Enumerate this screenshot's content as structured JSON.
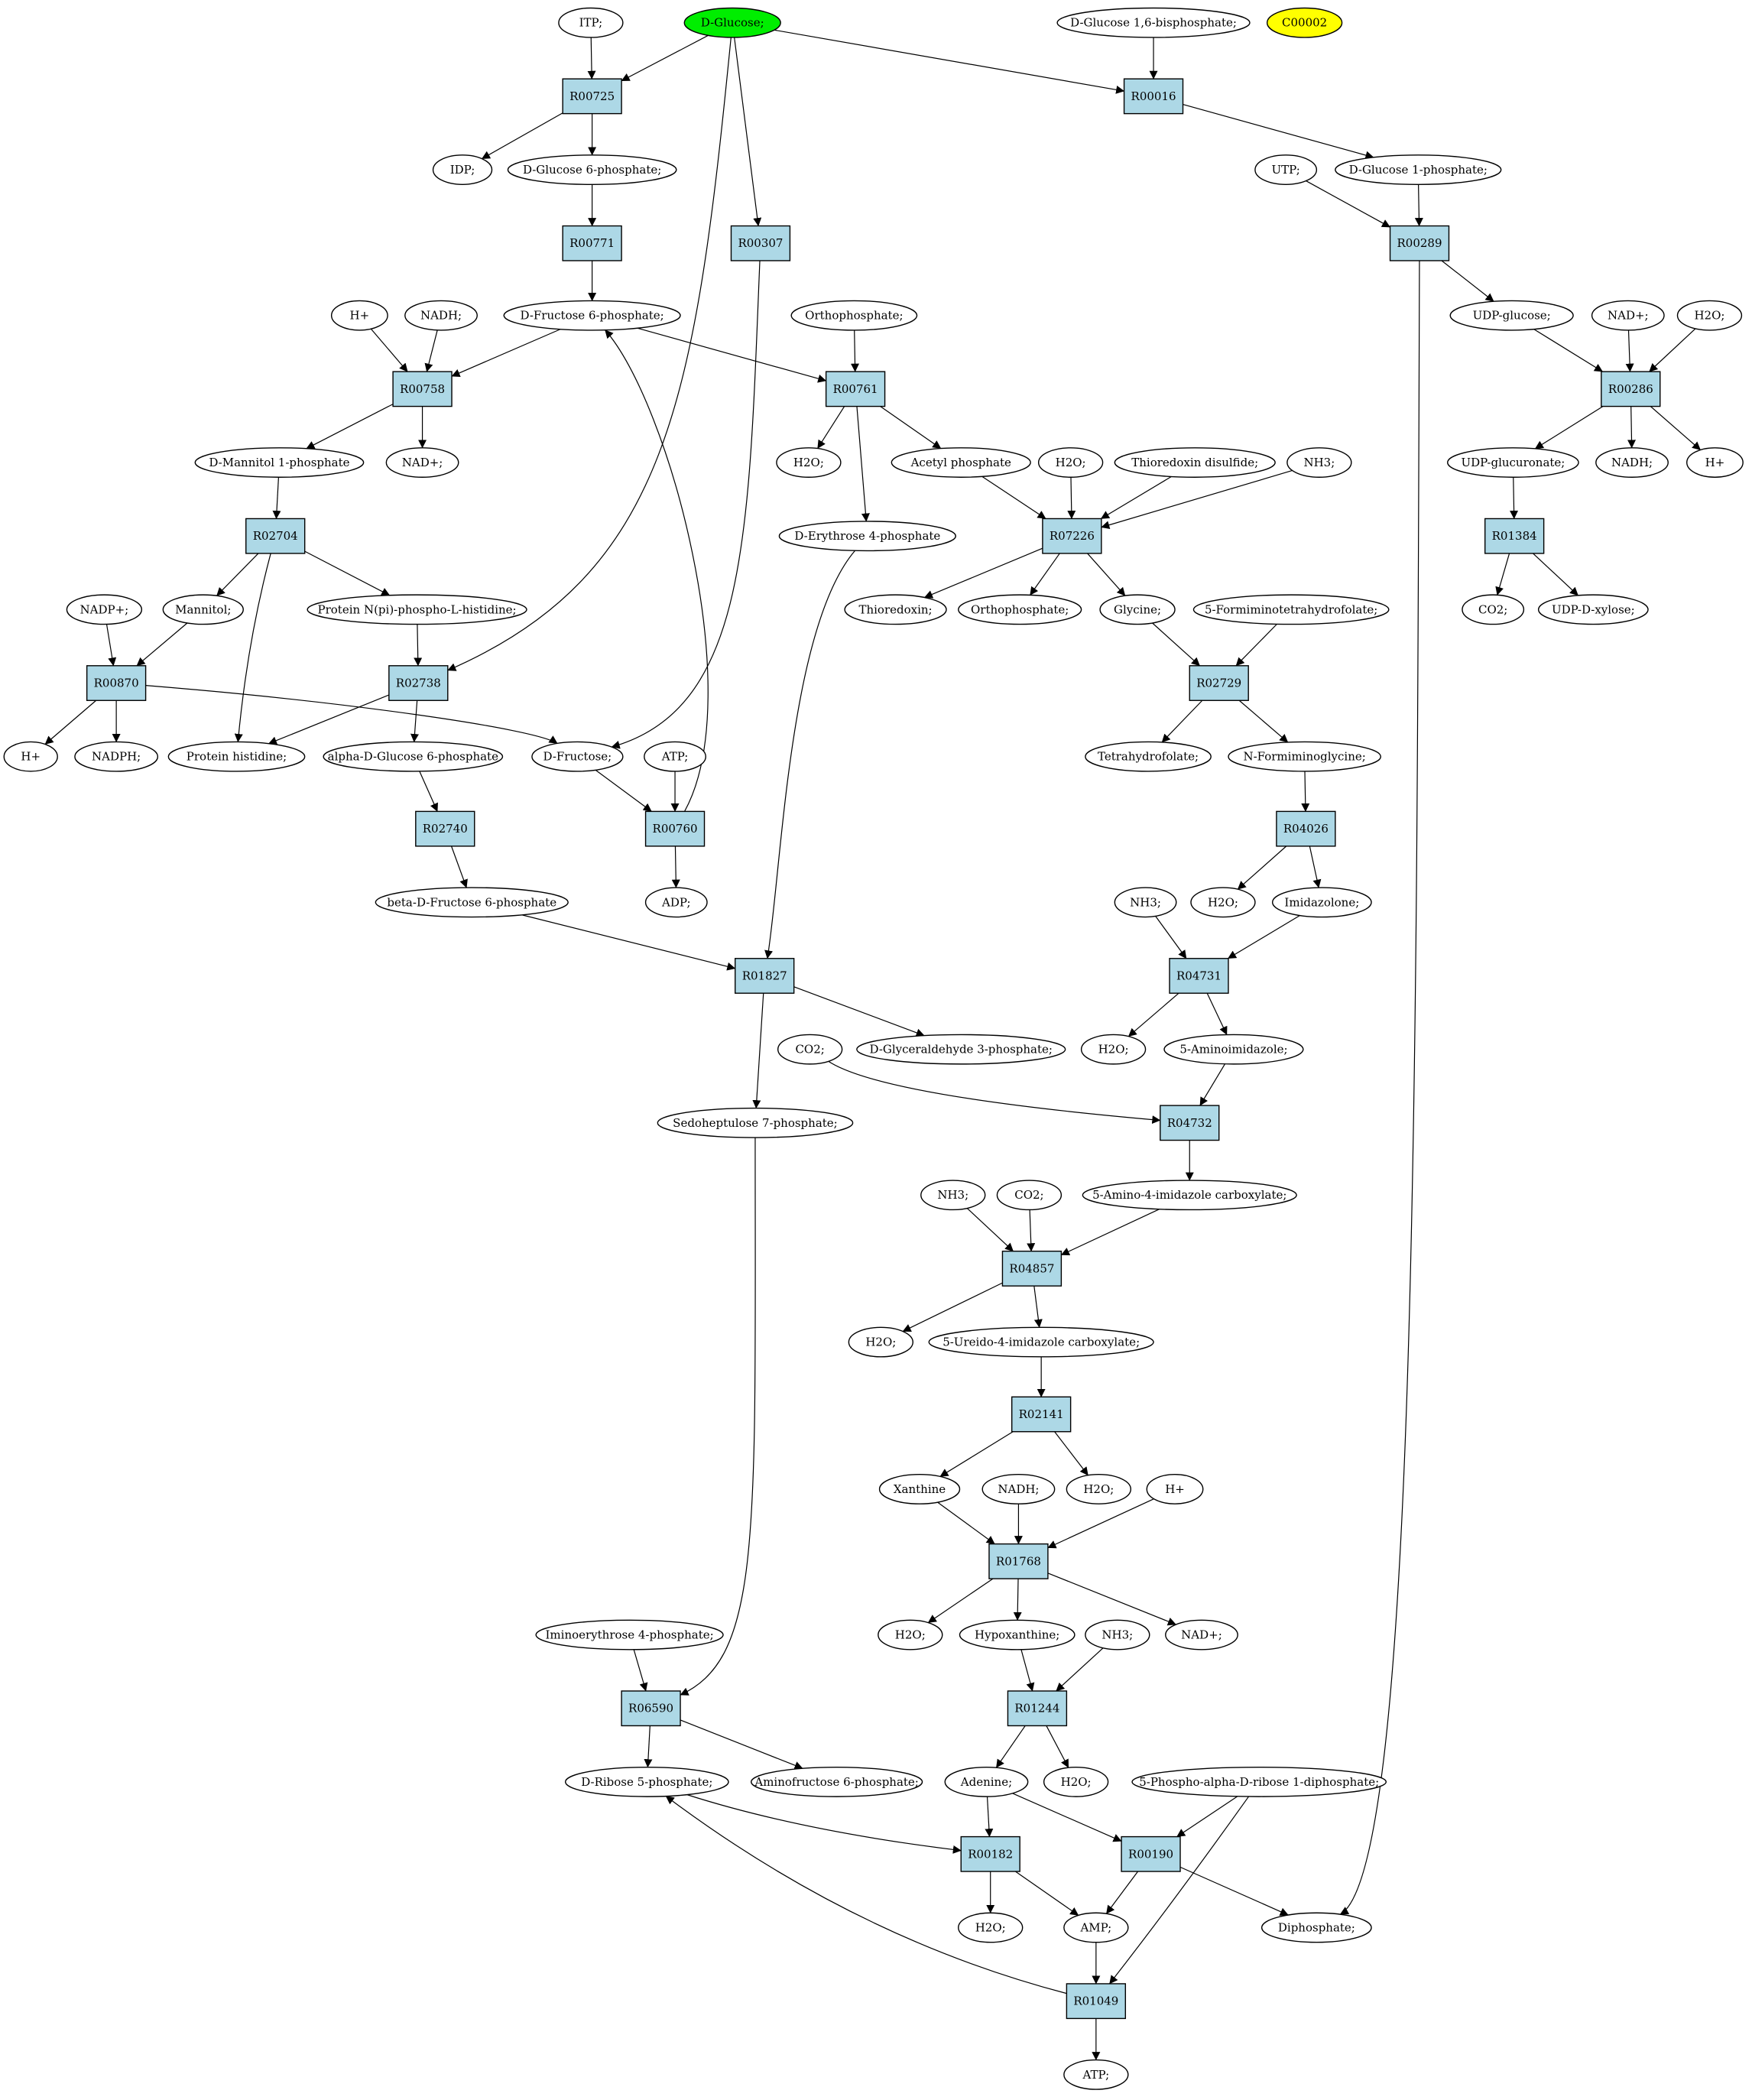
{
  "colors": {
    "reaction_fill": "#add8e6",
    "compound_fill": "#ffffff",
    "highlight_start": "#00ee00",
    "highlight_missing": "#ffff00",
    "edge": "#000000"
  },
  "reactions": [
    {
      "id": "R00725",
      "label": "R00725"
    },
    {
      "id": "R00016",
      "label": "R00016"
    },
    {
      "id": "R00771",
      "label": "R00771"
    },
    {
      "id": "R00307",
      "label": "R00307"
    },
    {
      "id": "R00289",
      "label": "R00289"
    },
    {
      "id": "R00758",
      "label": "R00758"
    },
    {
      "id": "R00761",
      "label": "R00761"
    },
    {
      "id": "R00286",
      "label": "R00286"
    },
    {
      "id": "R02704",
      "label": "R02704"
    },
    {
      "id": "R07226",
      "label": "R07226"
    },
    {
      "id": "R01384",
      "label": "R01384"
    },
    {
      "id": "R00870",
      "label": "R00870"
    },
    {
      "id": "R02738",
      "label": "R02738"
    },
    {
      "id": "R02729",
      "label": "R02729"
    },
    {
      "id": "R02740",
      "label": "R02740"
    },
    {
      "id": "R00760",
      "label": "R00760"
    },
    {
      "id": "R04026",
      "label": "R04026"
    },
    {
      "id": "R01827",
      "label": "R01827"
    },
    {
      "id": "R04731",
      "label": "R04731"
    },
    {
      "id": "R04732",
      "label": "R04732"
    },
    {
      "id": "R04857",
      "label": "R04857"
    },
    {
      "id": "R02141",
      "label": "R02141"
    },
    {
      "id": "R01768",
      "label": "R01768"
    },
    {
      "id": "R06590",
      "label": "R06590"
    },
    {
      "id": "R01244",
      "label": "R01244"
    },
    {
      "id": "R00182",
      "label": "R00182"
    },
    {
      "id": "R00190",
      "label": "R00190"
    },
    {
      "id": "R01049",
      "label": "R01049"
    }
  ],
  "compounds": [
    {
      "id": "itp",
      "label": "ITP;"
    },
    {
      "id": "dglucose",
      "label": "D-Glucose;",
      "highlight": "start"
    },
    {
      "id": "dg16bp",
      "label": "D-Glucose 1,6-bisphosphate;"
    },
    {
      "id": "c00002",
      "label": "C00002",
      "highlight": "missing"
    },
    {
      "id": "idp",
      "label": "IDP;"
    },
    {
      "id": "dg6p",
      "label": "D-Glucose 6-phosphate;"
    },
    {
      "id": "utp",
      "label": "UTP;"
    },
    {
      "id": "dg1p",
      "label": "D-Glucose 1-phosphate;"
    },
    {
      "id": "hplus1",
      "label": "H+"
    },
    {
      "id": "nadh1",
      "label": "NADH;"
    },
    {
      "id": "df6p",
      "label": "D-Fructose 6-phosphate;"
    },
    {
      "id": "ortho1",
      "label": "Orthophosphate;"
    },
    {
      "id": "udpglc",
      "label": "UDP-glucose;"
    },
    {
      "id": "nadplus1",
      "label": "NAD+;"
    },
    {
      "id": "h2o1",
      "label": "H2O;"
    },
    {
      "id": "dm1p",
      "label": "D-Mannitol 1-phosphate"
    },
    {
      "id": "nadplus2",
      "label": "NAD+;"
    },
    {
      "id": "h2o2",
      "label": "H2O;"
    },
    {
      "id": "acetylp",
      "label": "Acetyl phosphate"
    },
    {
      "id": "h2o3",
      "label": "H2O;"
    },
    {
      "id": "thiodis",
      "label": "Thioredoxin disulfide;"
    },
    {
      "id": "nh31",
      "label": "NH3;"
    },
    {
      "id": "udpglcua",
      "label": "UDP-glucuronate;"
    },
    {
      "id": "nadh2",
      "label": "NADH;"
    },
    {
      "id": "hplus2",
      "label": "H+"
    },
    {
      "id": "de4p",
      "label": "D-Erythrose 4-phosphate"
    },
    {
      "id": "nadpplus",
      "label": "NADP+;"
    },
    {
      "id": "mannitol",
      "label": "Mannitol;"
    },
    {
      "id": "protnphis",
      "label": "Protein N(pi)-phospho-L-histidine;"
    },
    {
      "id": "thiored",
      "label": "Thioredoxin;"
    },
    {
      "id": "ortho2",
      "label": "Orthophosphate;"
    },
    {
      "id": "glycine",
      "label": "Glycine;"
    },
    {
      "id": "fthf",
      "label": "5-Formiminotetrahydrofolate;"
    },
    {
      "id": "co21",
      "label": "CO2;"
    },
    {
      "id": "udpxyl",
      "label": "UDP-D-xylose;"
    },
    {
      "id": "hplus3",
      "label": "H+"
    },
    {
      "id": "nadph",
      "label": "NADPH;"
    },
    {
      "id": "prothis",
      "label": "Protein histidine;"
    },
    {
      "id": "ag6p",
      "label": "alpha-D-Glucose 6-phosphate"
    },
    {
      "id": "dfru",
      "label": "D-Fructose;"
    },
    {
      "id": "atp1",
      "label": "ATP;"
    },
    {
      "id": "thf",
      "label": "Tetrahydrofolate;"
    },
    {
      "id": "nfgly",
      "label": "N-Formiminoglycine;"
    },
    {
      "id": "bf6p",
      "label": "beta-D-Fructose 6-phosphate"
    },
    {
      "id": "adp",
      "label": "ADP;"
    },
    {
      "id": "nh32",
      "label": "NH3;"
    },
    {
      "id": "h2o4",
      "label": "H2O;"
    },
    {
      "id": "imidazolone",
      "label": "Imidazolone;"
    },
    {
      "id": "h2o5",
      "label": "H2O;"
    },
    {
      "id": "aminoimid",
      "label": "5-Aminoimidazole;"
    },
    {
      "id": "co22",
      "label": "CO2;"
    },
    {
      "id": "gap",
      "label": "D-Glyceraldehyde 3-phosphate;"
    },
    {
      "id": "s7p",
      "label": "Sedoheptulose 7-phosphate;"
    },
    {
      "id": "nh33",
      "label": "NH3;"
    },
    {
      "id": "co23",
      "label": "CO2;"
    },
    {
      "id": "aic",
      "label": "5-Amino-4-imidazole carboxylate;"
    },
    {
      "id": "h2o6",
      "label": "H2O;"
    },
    {
      "id": "uic",
      "label": "5-Ureido-4-imidazole carboxylate;"
    },
    {
      "id": "xanthine",
      "label": "Xanthine"
    },
    {
      "id": "nadh3",
      "label": "NADH;"
    },
    {
      "id": "h2o7",
      "label": "H2O;"
    },
    {
      "id": "hplus4",
      "label": "H+"
    },
    {
      "id": "h2o8",
      "label": "H2O;"
    },
    {
      "id": "hypox",
      "label": "Hypoxanthine;"
    },
    {
      "id": "nh34",
      "label": "NH3;"
    },
    {
      "id": "nadplus3",
      "label": "NAD+;"
    },
    {
      "id": "ie4p",
      "label": "Iminoerythrose 4-phosphate;"
    },
    {
      "id": "r5p",
      "label": "D-Ribose 5-phosphate;"
    },
    {
      "id": "af6p",
      "label": "Aminofructose 6-phosphate;"
    },
    {
      "id": "adenine",
      "label": "Adenine;"
    },
    {
      "id": "h2o9",
      "label": "H2O;"
    },
    {
      "id": "prpp",
      "label": "5-Phospho-alpha-D-ribose 1-diphosphate;"
    },
    {
      "id": "h2o10",
      "label": "H2O;"
    },
    {
      "id": "amp",
      "label": "AMP;"
    },
    {
      "id": "diphos",
      "label": "Diphosphate;"
    },
    {
      "id": "atp2",
      "label": "ATP;"
    }
  ]
}
